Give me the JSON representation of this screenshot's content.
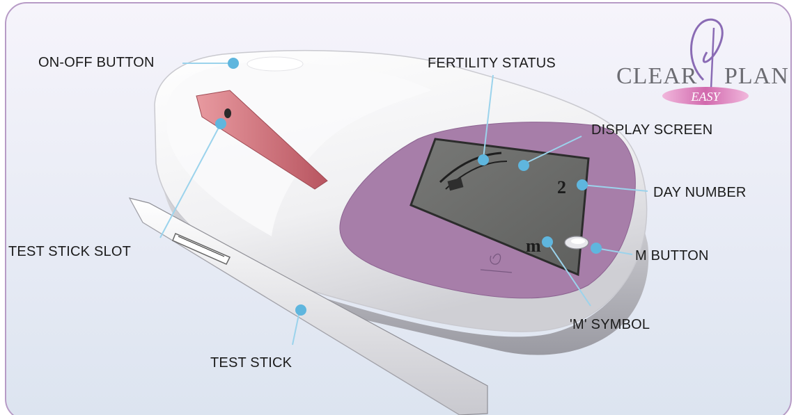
{
  "brand": {
    "name_left": "CLEAR",
    "name_right": "PLAN",
    "tagline": "EASY"
  },
  "device": {
    "day_digit": "2",
    "m_symbol": "m"
  },
  "labels": {
    "on_off_button": "ON-OFF BUTTON",
    "fertility_status": "FERTILITY STATUS",
    "display_screen": "DISPLAY SCREEN",
    "day_number": "DAY NUMBER",
    "test_stick_slot": "TEST STICK SLOT",
    "m_button": "M BUTTON",
    "m_symbol_label": "'M' SYMBOL",
    "test_stick": "TEST STICK"
  },
  "colors": {
    "frame_border": "#b79bc6",
    "background_top": "#f4f2fa",
    "background_bottom": "#dfe6f1",
    "device_body": "#f3f3f3",
    "purple_panel": "#a77ea9",
    "lcd": "#6e6f6d",
    "callout_dot": "#5fb6de",
    "callout_line": "#9bd3ec",
    "slot_red": "#d77b80"
  }
}
